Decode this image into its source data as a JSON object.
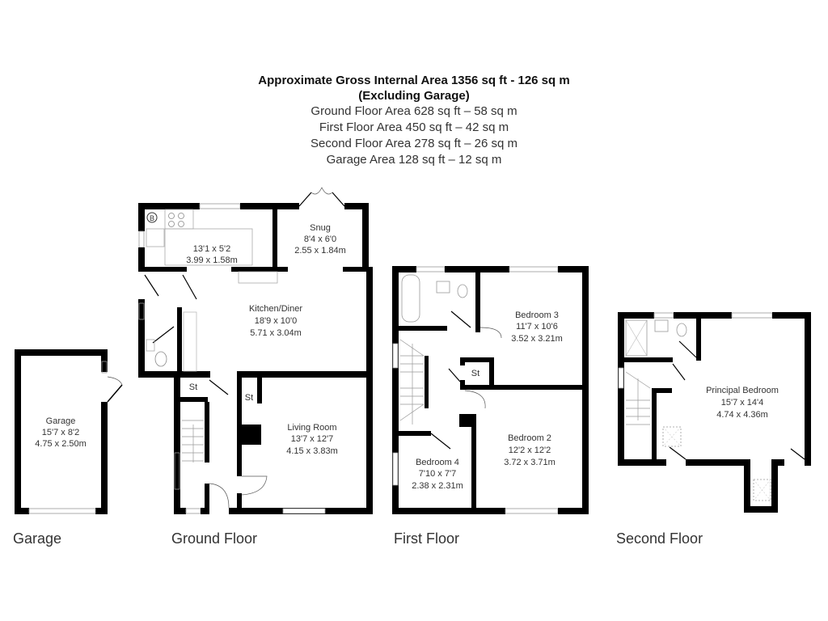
{
  "header": {
    "title_line1": "Approximate Gross Internal Area 1356 sq ft - 126 sq m",
    "title_line2": "(Excluding Garage)",
    "areas": [
      "Ground Floor Area 628 sq ft – 58 sq m",
      "First Floor Area 450 sq ft – 42 sq m",
      "Second Floor Area 278 sq ft – 26 sq m",
      "Garage Area 128 sq ft – 12 sq m"
    ]
  },
  "floors": {
    "garage": {
      "label": "Garage",
      "rooms": [
        {
          "name": "Garage",
          "imperial": "15'7 x 8'2",
          "metric": "4.75 x 2.50m"
        }
      ]
    },
    "ground": {
      "label": "Ground Floor",
      "rooms": [
        {
          "name": "",
          "imperial": "13'1 x 5'2",
          "metric": "3.99 x 1.58m"
        },
        {
          "name": "Snug",
          "imperial": "8'4 x 6'0",
          "metric": "2.55 x 1.84m"
        },
        {
          "name": "Kitchen/Diner",
          "imperial": "18'9 x 10'0",
          "metric": "5.71 x 3.04m"
        },
        {
          "name": "Living Room",
          "imperial": "13'7 x 12'7",
          "metric": "4.15 x 3.83m"
        }
      ],
      "stores": [
        "St",
        "St"
      ],
      "boiler": "B"
    },
    "first": {
      "label": "First Floor",
      "rooms": [
        {
          "name": "Bedroom 3",
          "imperial": "11'7 x 10'6",
          "metric": "3.52 x 3.21m"
        },
        {
          "name": "Bedroom 2",
          "imperial": "12'2 x 12'2",
          "metric": "3.72 x 3.71m"
        },
        {
          "name": "Bedroom 4",
          "imperial": "7'10 x 7'7",
          "metric": "2.38 x 2.31m"
        }
      ],
      "stores": [
        "St"
      ]
    },
    "second": {
      "label": "Second Floor",
      "rooms": [
        {
          "name": "Principal Bedroom",
          "imperial": "15'7 x 14'4",
          "metric": "4.74 x 4.36m"
        }
      ]
    }
  }
}
